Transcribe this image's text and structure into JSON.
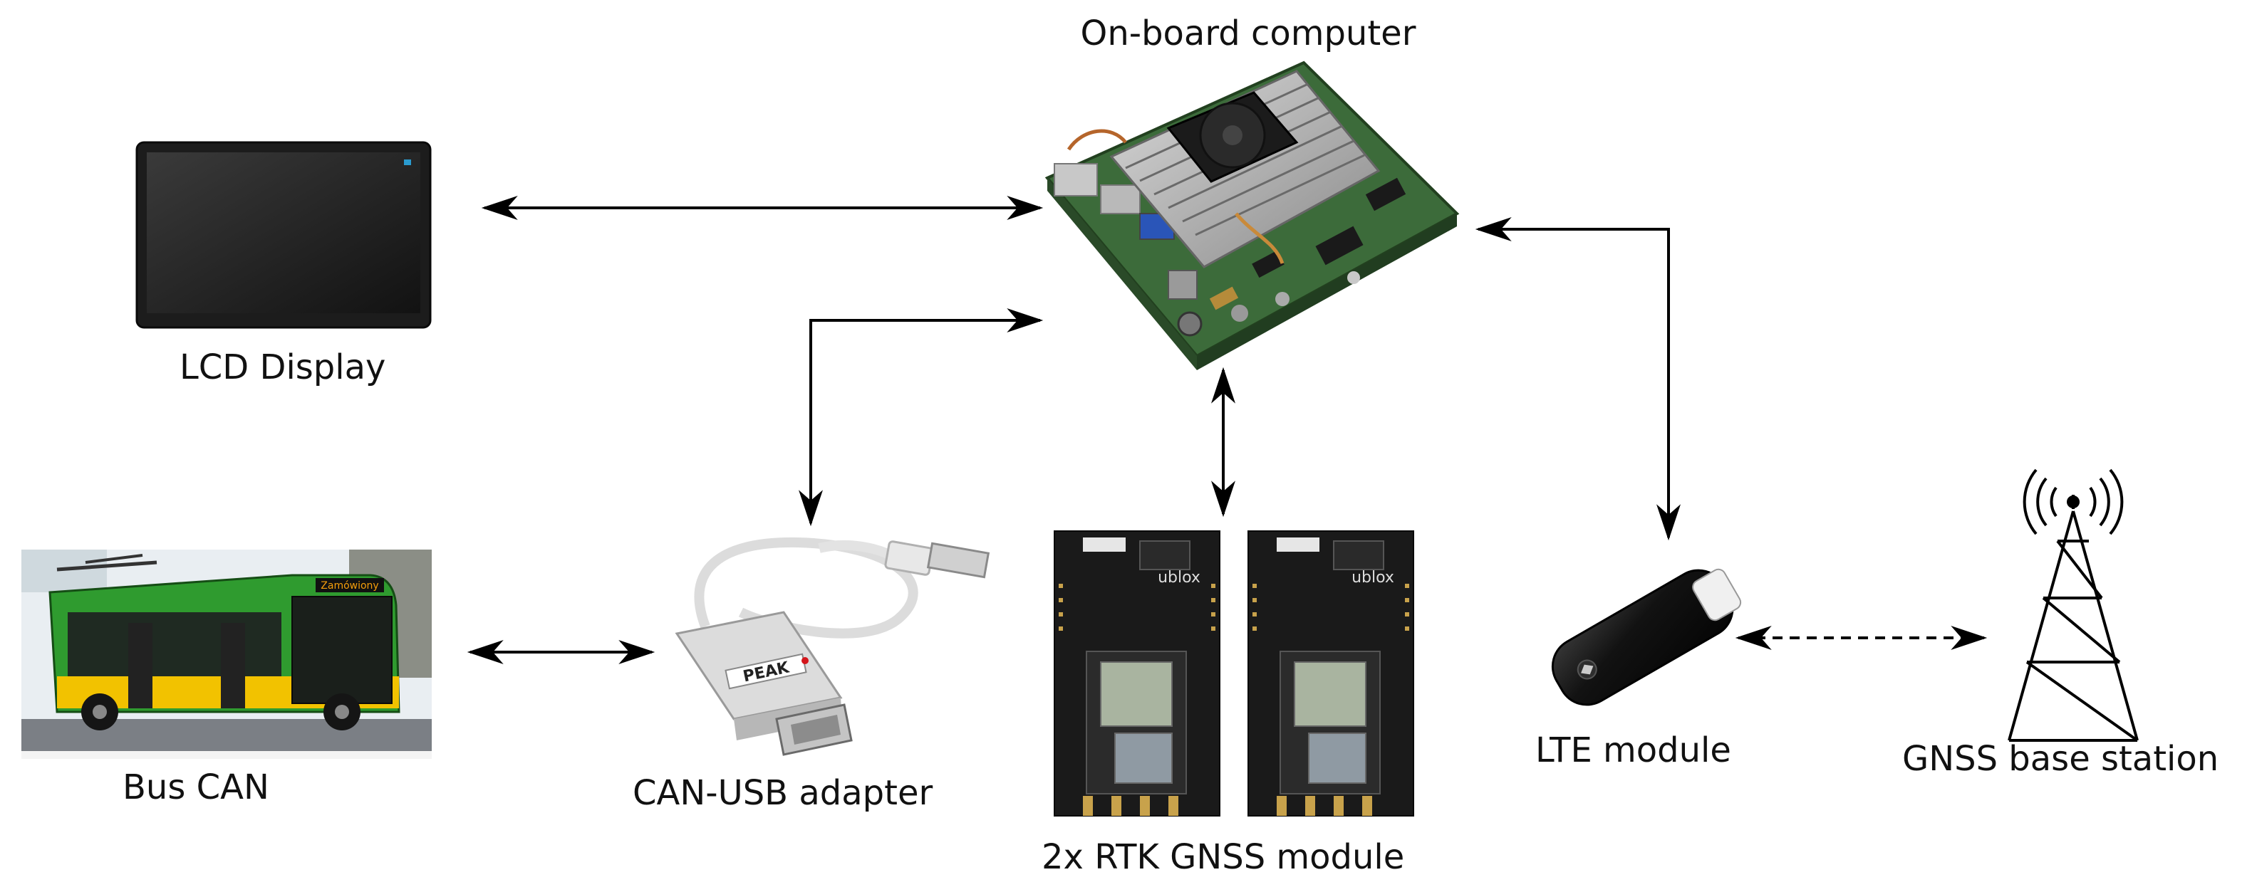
{
  "diagram": {
    "labels": {
      "onboard_computer": "On-board computer",
      "lcd_display": "LCD Display",
      "bus_can": "Bus CAN",
      "can_usb_adapter": "CAN-USB adapter",
      "rtk_gnss": "2x RTK GNSS module",
      "lte_module": "LTE module",
      "gnss_base_station": "GNSS base station"
    },
    "bus_sign": "Zamówiony",
    "adapter_brand": "PEAK",
    "gnss_board_brand": "ublox",
    "icons": {
      "computer": "computer-board-icon",
      "display": "lcd-display-icon",
      "bus": "bus-icon",
      "adapter": "can-usb-adapter-icon",
      "gnss": "gnss-board-icon",
      "lte": "lte-dongle-icon",
      "tower": "radio-tower-icon"
    },
    "connections": [
      {
        "from": "lcd_display",
        "to": "onboard_computer",
        "style": "solid"
      },
      {
        "from": "can_usb_adapter",
        "to": "onboard_computer",
        "style": "solid"
      },
      {
        "from": "rtk_gnss",
        "to": "onboard_computer",
        "style": "solid"
      },
      {
        "from": "lte_module",
        "to": "onboard_computer",
        "style": "solid"
      },
      {
        "from": "bus_can",
        "to": "can_usb_adapter",
        "style": "solid"
      },
      {
        "from": "lte_module",
        "to": "gnss_base_station",
        "style": "dashed"
      }
    ],
    "colors": {
      "arrow": "#000000",
      "pcb_green": "#3c6b3a",
      "bus_green": "#2f9b2f",
      "bus_yellow": "#f2c200",
      "lte_body": "#141414",
      "display_bezel": "#1c1c1c"
    }
  }
}
